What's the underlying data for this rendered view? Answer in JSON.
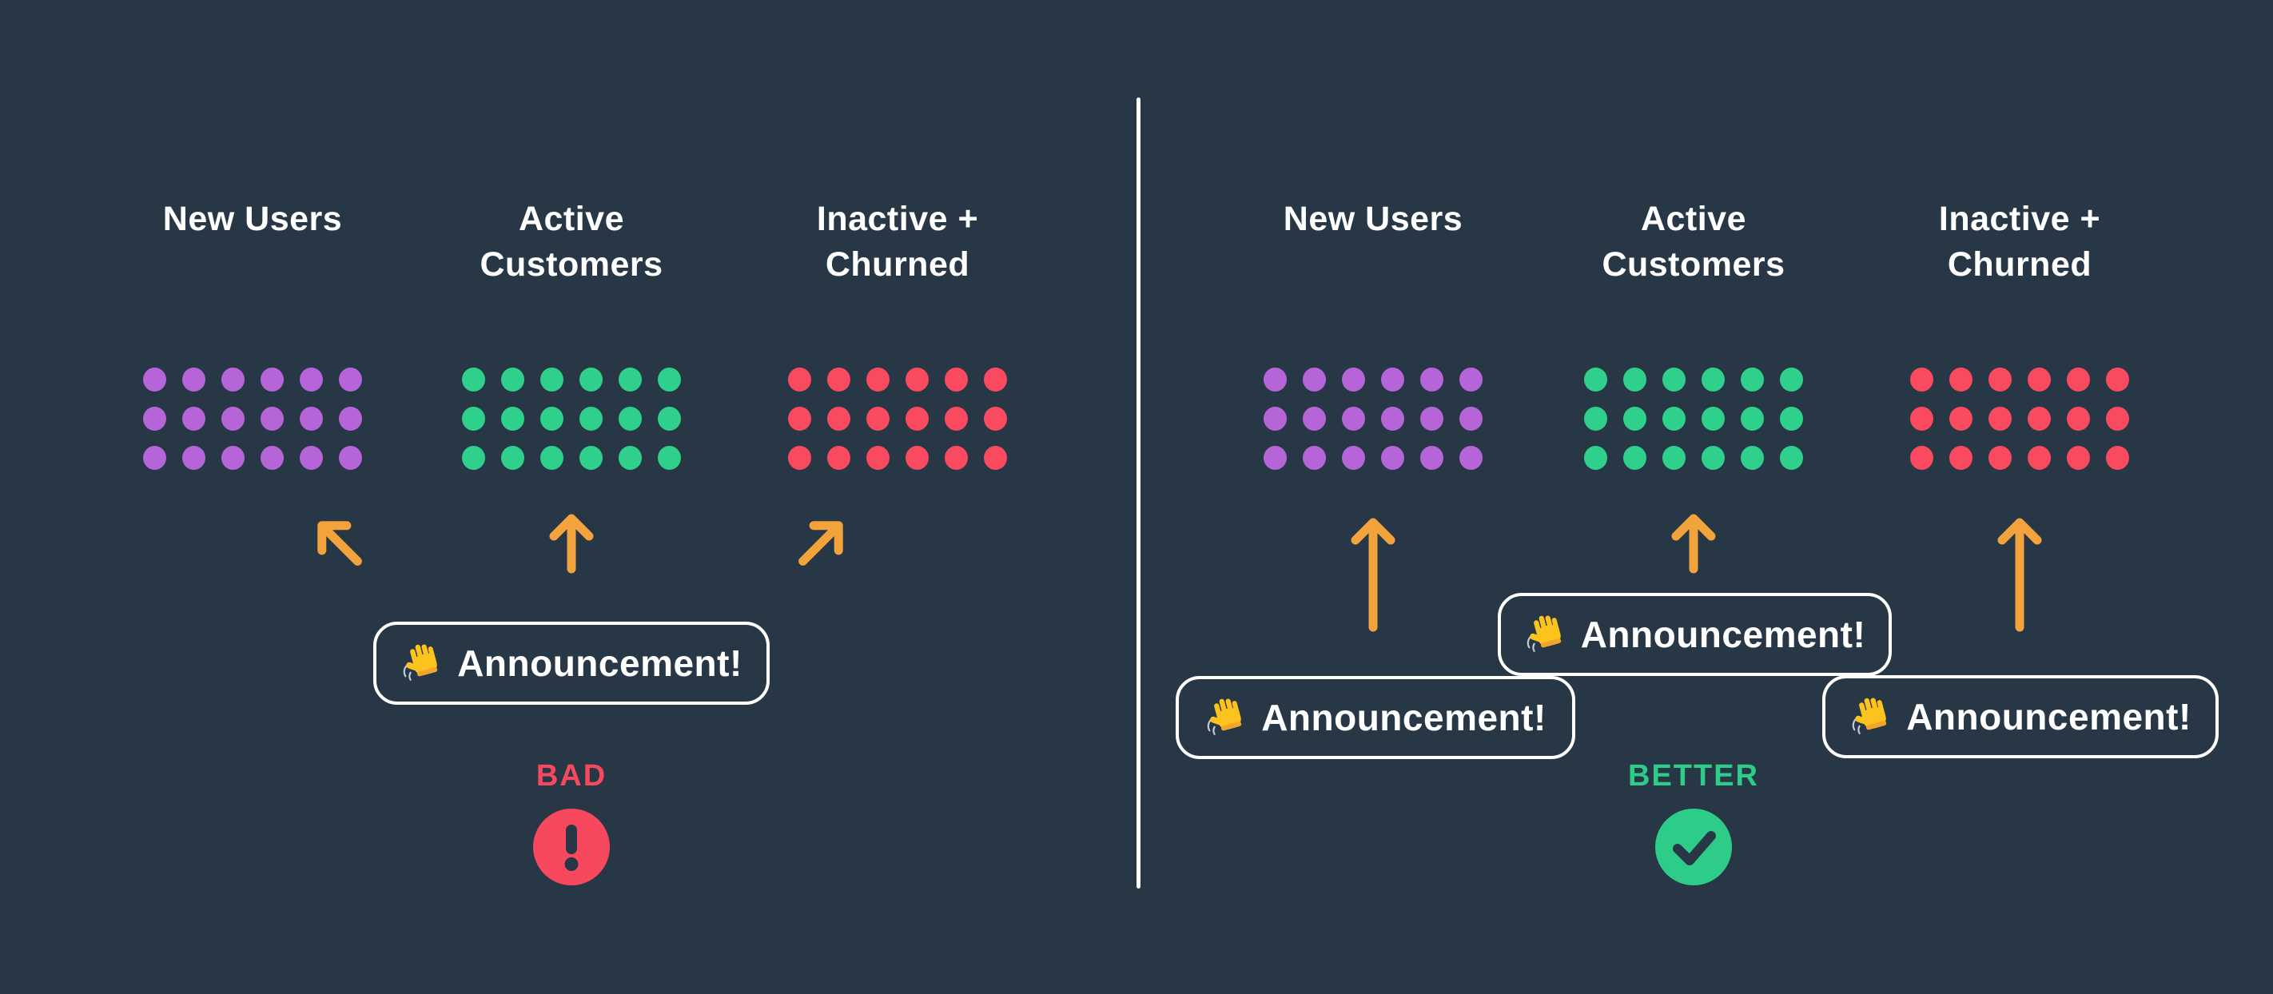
{
  "palette": {
    "background": "#273745",
    "white": "#FFFFFF",
    "purple": "#B565D8",
    "green": "#2FD08C",
    "red": "#FA4A5F",
    "orange": "#F2A33C",
    "bad_red": "#F8485E",
    "better_green": "#2ECC89",
    "hand_main": "#FCC21D",
    "hand_shade": "#F0A62C",
    "hand_wave": "#C3CBD6"
  },
  "panels": {
    "bad": {
      "columns": [
        {
          "line1": "New Users",
          "line2": "",
          "dot_color": "#B565D8",
          "dot_rows": 3,
          "dot_cols": 6
        },
        {
          "line1": "Active",
          "line2": "Customers",
          "dot_color": "#2FD08C",
          "dot_rows": 3,
          "dot_cols": 6
        },
        {
          "line1": "Inactive +",
          "line2": "Churned",
          "dot_color": "#FA4A5F",
          "dot_rows": 3,
          "dot_cols": 6
        }
      ],
      "arrows": [
        "up-left",
        "up",
        "up-right"
      ],
      "announcements": [
        {
          "icon": "waving-hand",
          "label": "Announcement!"
        }
      ],
      "verdict": {
        "label": "BAD",
        "icon": "exclamation-circle",
        "color": "#F8485E"
      }
    },
    "better": {
      "columns": [
        {
          "line1": "New Users",
          "line2": "",
          "dot_color": "#B565D8",
          "dot_rows": 3,
          "dot_cols": 6
        },
        {
          "line1": "Active",
          "line2": "Customers",
          "dot_color": "#2FD08C",
          "dot_rows": 3,
          "dot_cols": 6
        },
        {
          "line1": "Inactive +",
          "line2": "Churned",
          "dot_color": "#FA4A5F",
          "dot_rows": 3,
          "dot_cols": 6
        }
      ],
      "arrows": [
        "up",
        "up",
        "up"
      ],
      "announcements": [
        {
          "icon": "waving-hand",
          "label": "Announcement!"
        },
        {
          "icon": "waving-hand",
          "label": "Announcement!"
        },
        {
          "icon": "waving-hand",
          "label": "Announcement!"
        }
      ],
      "verdict": {
        "label": "BETTER",
        "icon": "check-circle",
        "color": "#2ECC89"
      }
    }
  }
}
